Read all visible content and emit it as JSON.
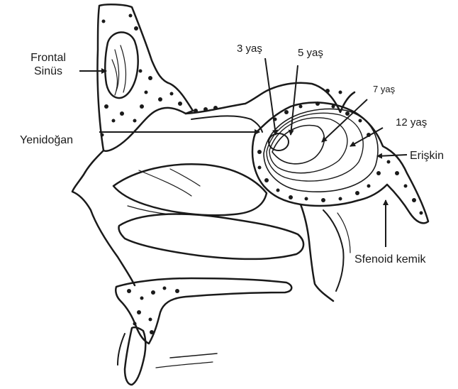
{
  "labels": {
    "frontal_sinus": [
      "Frontal",
      "Sinüs"
    ],
    "newborn": "Yenidoğan",
    "age3": "3 yaş",
    "age5": "5 yaş",
    "age7": "7 yaş",
    "age12": "12 yaş",
    "adult": "Erişkin",
    "sphenoid_bone": "Sfenoid kemik"
  },
  "colors": {
    "ink": "#1a1a1a",
    "bone_fill": "#ffffff",
    "background": "#ffffff"
  }
}
